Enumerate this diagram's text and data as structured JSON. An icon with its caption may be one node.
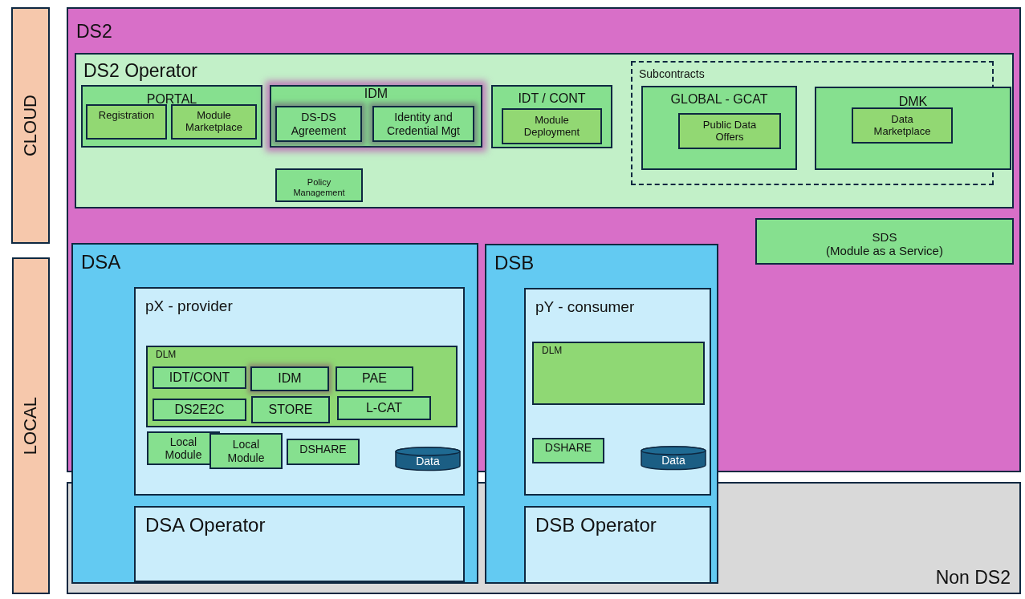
{
  "diagram": {
    "nodes": [
      {
        "text": [
          "CLOUD"
        ]
      },
      {
        "text": [
          "LOCAL"
        ]
      },
      {
        "text": [
          "DS2"
        ]
      },
      {
        "text": [
          "DS2 Operator"
        ],
        "in": 2
      },
      {
        "text": [
          "PORTAL"
        ],
        "in": 3
      },
      {
        "text": [
          "Registration"
        ],
        "in": 4
      },
      {
        "text": [
          "Module Marketplace"
        ],
        "in": 4
      },
      {
        "text": [
          "IDM"
        ],
        "in": 3
      },
      {
        "text": [
          "DS-DS Agreement"
        ],
        "in": 7
      },
      {
        "text": [
          "Identity and Credential Mgt"
        ],
        "in": 7
      },
      {
        "text": [
          "IDT / CONT"
        ],
        "in": 3
      },
      {
        "text": [
          "Module Deployment"
        ],
        "in": 10
      },
      {
        "text": [
          "Subcontracts"
        ],
        "in": 3
      },
      {
        "text": [
          "GLOBAL - GCAT"
        ],
        "in": 12
      },
      {
        "text": [
          "Public Data Offers"
        ],
        "in": 13
      },
      {
        "text": [
          "DMK"
        ],
        "in": 12
      },
      {
        "text": [
          "Data Marketplace"
        ],
        "in": 15
      },
      {
        "text": [
          "Policy Management"
        ],
        "in": 3
      },
      {
        "text": [
          "SDS",
          "(Module as a Service)"
        ],
        "in": 2
      },
      {
        "text": [
          "DSA"
        ]
      },
      {
        "text": [
          "pX - provider"
        ],
        "in": 19
      },
      {
        "text": [
          "DLM"
        ],
        "in": 20
      },
      {
        "text": [
          "IDT/CONT"
        ],
        "in": 21
      },
      {
        "text": [
          "IDM"
        ],
        "in": 21
      },
      {
        "text": [
          "PAE"
        ],
        "in": 21
      },
      {
        "text": [
          "DS2E2C"
        ],
        "in": 21
      },
      {
        "text": [
          "STORE"
        ],
        "in": 21
      },
      {
        "text": [
          "L-CAT"
        ],
        "in": 21
      },
      {
        "text": [
          "Local Module"
        ],
        "in": 20
      },
      {
        "text": [
          "Local Module"
        ],
        "in": 20
      },
      {
        "text": [
          "DSHARE"
        ],
        "in": 20
      },
      {
        "text": [
          "Data"
        ],
        "in": 20
      },
      {
        "text": [
          "DSA Operator"
        ]
      },
      {
        "text": [
          "DSB"
        ]
      },
      {
        "text": [
          "pY - consumer"
        ],
        "in": 33
      },
      {
        "text": [
          "DLM"
        ],
        "in": 34
      },
      {
        "text": [
          "DSHARE"
        ],
        "in": 34
      },
      {
        "text": [
          "Data"
        ],
        "in": 34
      },
      {
        "text": [
          "DSB Operator"
        ]
      },
      {
        "text": [
          "Non DS2"
        ]
      }
    ]
  }
}
